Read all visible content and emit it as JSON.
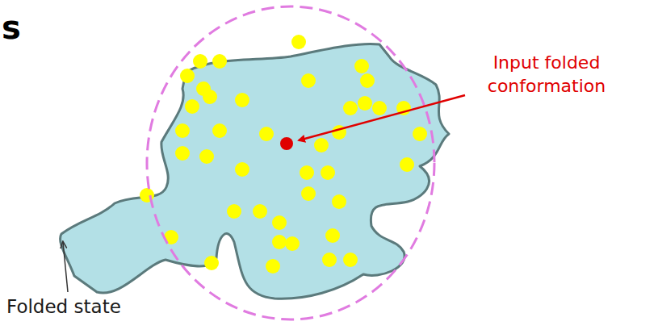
{
  "diagram": {
    "labels": [
      "s",
      "Input folded conformation",
      "Folded state"
    ]
  }
}
